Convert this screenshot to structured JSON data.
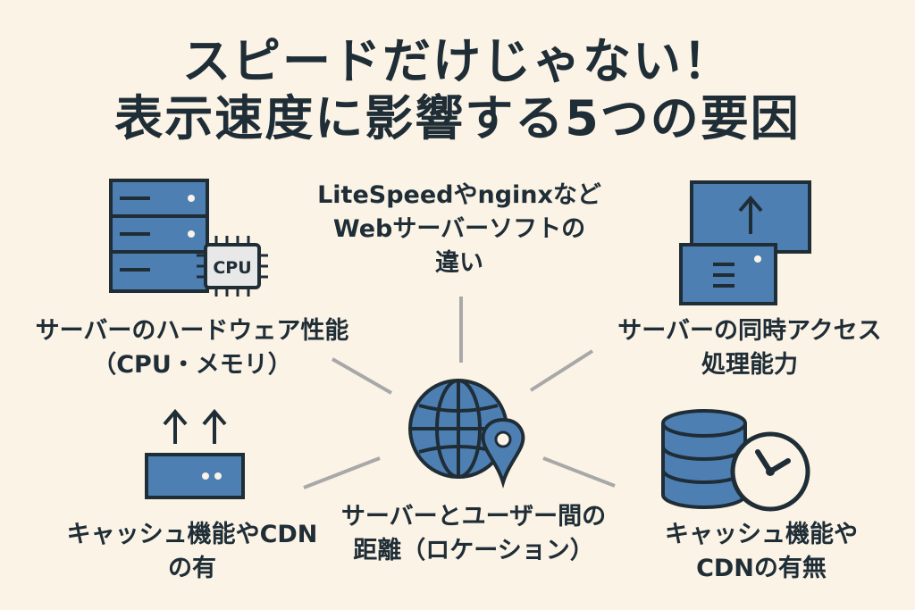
{
  "title": {
    "line1": "スピードだけじゃない！",
    "line2": "表示速度に影響する5つの要因"
  },
  "factors": {
    "hardware": {
      "line1": "サーバーのハードウェア性能",
      "line2": "（CPU・メモリ）"
    },
    "software": {
      "line1": "LiteSpeedやnginxなど",
      "line2": "Webサーバーソフトの",
      "line3": "違い"
    },
    "concurrency": {
      "line1": "サーバーの同時アクセス",
      "line2": "処理能力"
    },
    "cache_left": {
      "line1": "キャッシュ機能やCDN",
      "line2": "の有"
    },
    "location": {
      "line1": "サーバーとユーザー間の",
      "line2": "距離（ロケーション）"
    },
    "cache_right": {
      "line1": "キャッシュ機能や",
      "line2": "CDNの有無"
    }
  },
  "icons": {
    "cpu_chip_text": "CPU",
    "hardware": "server-cpu-icon",
    "concurrency": "server-upload-icon",
    "cache_left": "router-upload-icon",
    "location": "globe-location-icon",
    "cache_right": "database-clock-icon"
  },
  "colors": {
    "background": "#fbf3e6",
    "text": "#1f2d36",
    "icon_fill": "#4d7fb3",
    "icon_stroke": "#1f2d36",
    "connector": "#a8a8a8"
  }
}
